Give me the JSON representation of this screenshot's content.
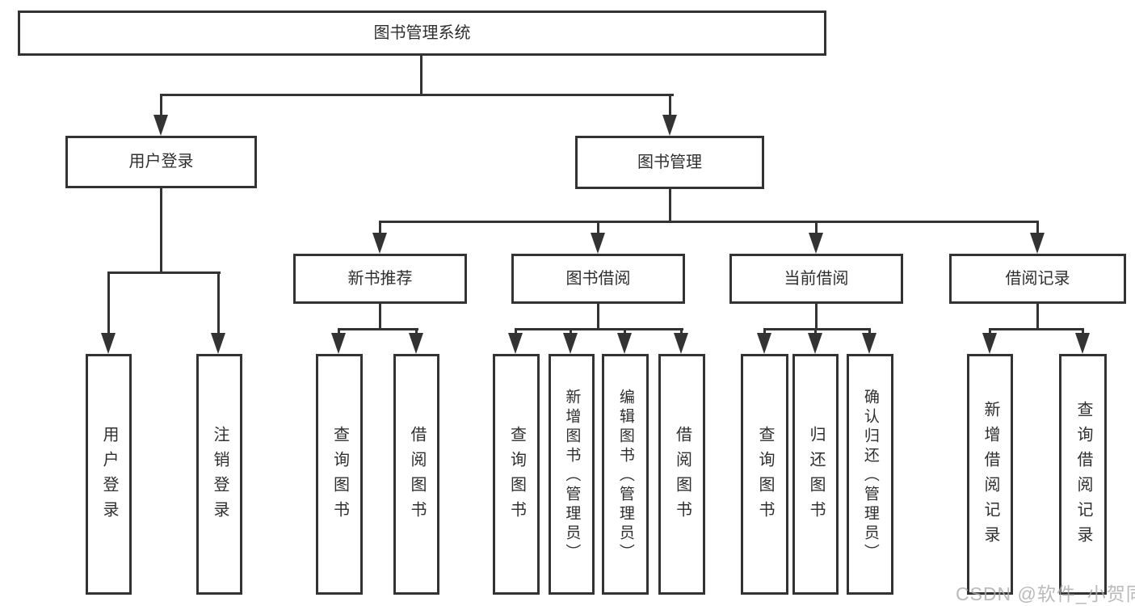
{
  "diagram": {
    "type": "hierarchy-tree",
    "title": "图书管理系统"
  },
  "colors": {
    "background": "#ffffff",
    "line": "#333333",
    "box_border": "#333333",
    "text": "#2f2f2f",
    "watermark": "#ababab"
  },
  "watermark": {
    "text": "CSDN @软件_小贺同学"
  },
  "tree": {
    "root": {
      "label": "图书管理系统"
    },
    "branches": [
      {
        "label": "用户登录",
        "children": [
          {
            "label": "用户登录"
          },
          {
            "label": "注销登录"
          }
        ]
      },
      {
        "label": "图书管理",
        "children": [
          {
            "label": "新书推荐",
            "children": [
              {
                "label": "查询图书"
              },
              {
                "label": "借阅图书"
              }
            ]
          },
          {
            "label": "图书借阅",
            "children": [
              {
                "label": "查询图书"
              },
              {
                "label": "新增图书（管理员）"
              },
              {
                "label": "编辑图书（管理员）"
              },
              {
                "label": "借阅图书"
              }
            ]
          },
          {
            "label": "当前借阅",
            "children": [
              {
                "label": "查询图书"
              },
              {
                "label": "归还图书"
              },
              {
                "label": "确认归还（管理员）"
              }
            ]
          },
          {
            "label": "借阅记录",
            "children": [
              {
                "label": "新增借阅记录"
              },
              {
                "label": "查询借阅记录"
              }
            ]
          }
        ]
      }
    ]
  }
}
